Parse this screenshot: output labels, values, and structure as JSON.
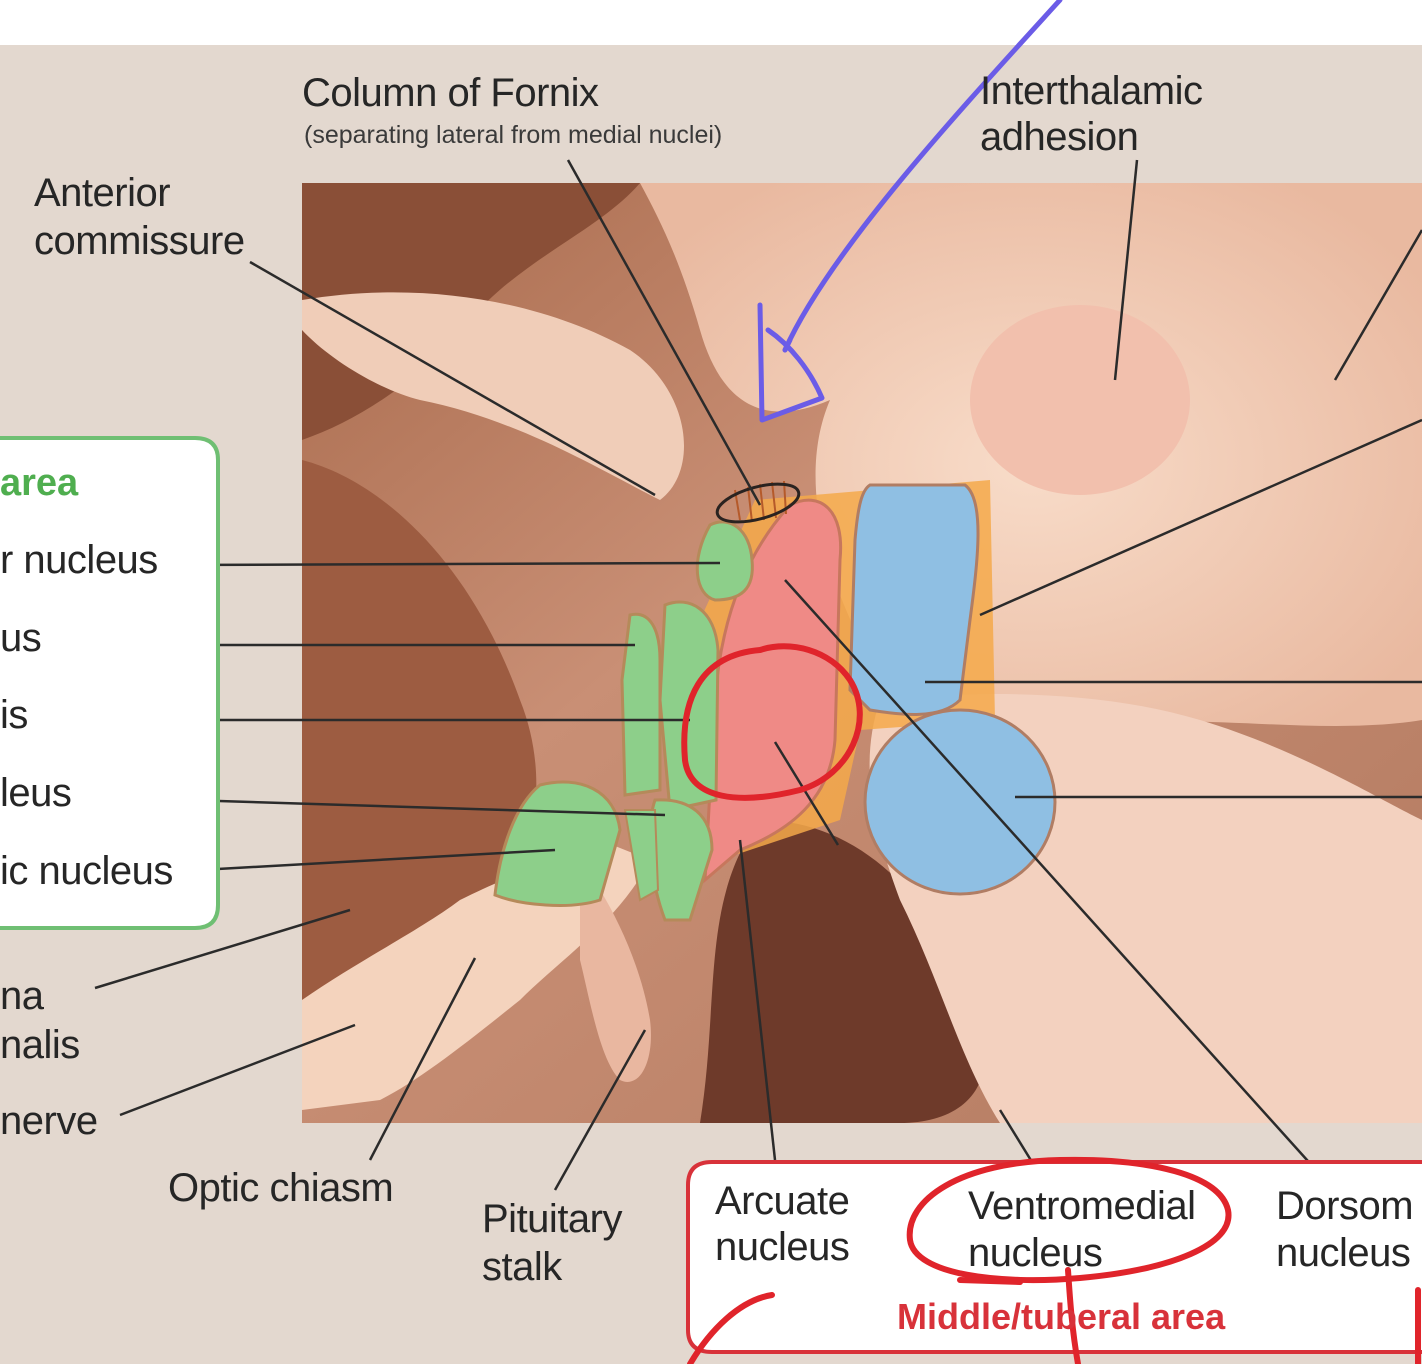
{
  "labels": {
    "column_of_fornix": "Column of Fornix",
    "column_of_fornix_note": "(separating lateral from medial nuclei)",
    "interthalamic_line1": "Interthalamic",
    "interthalamic_line2": "adhesion",
    "anterior_line1": "Anterior",
    "anterior_line2": "commissure",
    "anterior_area_title": "area",
    "left_item1": "r nucleus",
    "left_item2": "us",
    "left_item3": "is",
    "left_item4": "leus",
    "left_item5": "ic nucleus",
    "lamina_line1": "na",
    "lamina_line2": "nalis",
    "optic_nerve": "nerve",
    "optic_chiasm": "Optic chiasm",
    "pituitary_line1": "Pituitary",
    "pituitary_line2": "stalk",
    "arcuate_line1": "Arcuate",
    "arcuate_line2": "nucleus",
    "ventromedial_line1": "Ventromedial",
    "ventromedial_line2": "nucleus",
    "dorsomedial_line1": "Dorsom",
    "dorsomedial_line2": "nucleus",
    "middle_area_title": "Middle/tuberal area"
  },
  "colors": {
    "panel_bg": "#e3d8cf",
    "anterior_box_border": "#6fbf73",
    "middle_box_border": "#d8323a",
    "anterior_nuclei": "#8dcf8a",
    "ventromedial_region": "#ef8a86",
    "dorsomedial_region": "#8fbfe3",
    "orange_fill": "#f4a94a",
    "annotation_red": "#e0242b",
    "annotation_blue": "#6b5ce7"
  }
}
